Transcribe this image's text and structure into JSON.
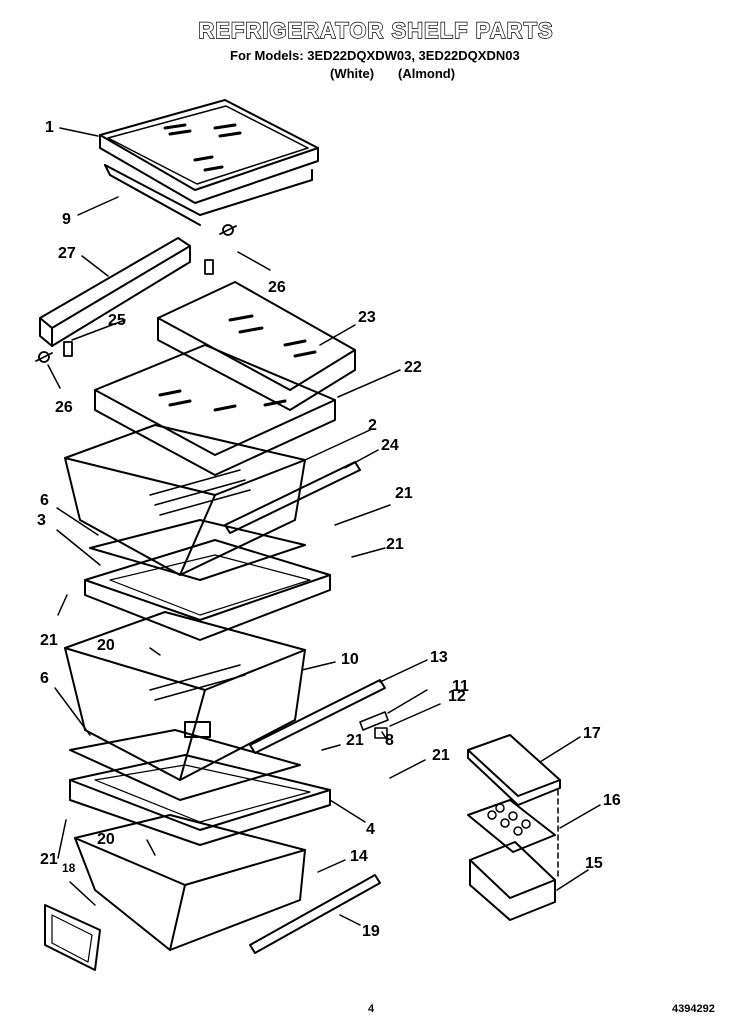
{
  "header": {
    "title": "REFRIGERATOR SHELF PARTS",
    "models_line": "For Models: 3ED22DQXDW03, 3ED22DQXDN03",
    "color_white": "(White)",
    "color_almond": "(Almond)"
  },
  "callouts": [
    "1",
    "9",
    "27",
    "26",
    "25",
    "23",
    "22",
    "26",
    "2",
    "24",
    "6",
    "21",
    "3",
    "21",
    "21",
    "20",
    "10",
    "13",
    "11",
    "12",
    "6",
    "8",
    "21",
    "21",
    "17",
    "16",
    "4",
    "21",
    "20",
    "14",
    "15",
    "18",
    "19"
  ],
  "footer": {
    "page_number": "4",
    "doc_number": "4394292"
  }
}
